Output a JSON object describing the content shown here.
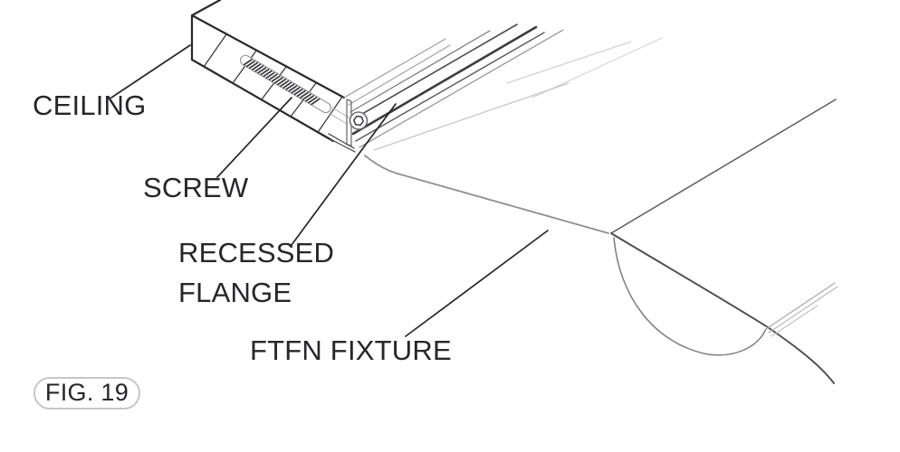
{
  "figure": {
    "caption": "FIG. 19",
    "labels": {
      "ceiling": "CEILING",
      "screw": "SCREW",
      "recessed_flange_line1": "RECESSED",
      "recessed_flange_line2": "FLANGE",
      "fixture": "FTFN FIXTURE"
    }
  },
  "colors": {
    "background": "#ffffff",
    "text": "#26262b",
    "outline_dark": "#29292d",
    "outline_medium": "#6f6f74",
    "outline_light": "#b2b2b6",
    "caption_border": "#c6c6c6"
  }
}
